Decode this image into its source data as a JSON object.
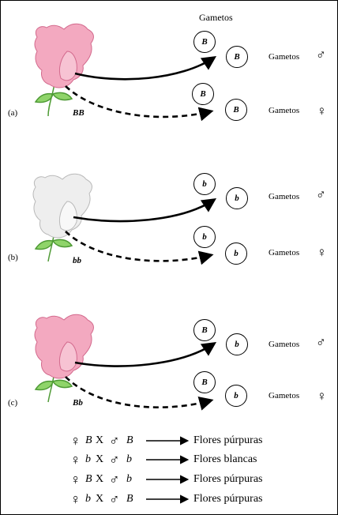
{
  "header": {
    "title": "Gametos"
  },
  "panels": [
    {
      "label": "(a)",
      "genotype": "BB",
      "petal_color": "#f3a9c0",
      "petal_edge": "#d36a8d",
      "male_gametes": {
        "label": "Gametos",
        "source_allele": "B",
        "target_allele": "B",
        "symbol": "♂"
      },
      "female_gametes": {
        "label": "Gametos",
        "source_allele": "B",
        "target_allele": "B",
        "symbol": "♀"
      }
    },
    {
      "label": "(b)",
      "genotype": "bb",
      "petal_color": "#eeeeee",
      "petal_edge": "#b9b9b9",
      "male_gametes": {
        "label": "Gametos",
        "source_allele": "b",
        "target_allele": "b",
        "symbol": "♂"
      },
      "female_gametes": {
        "label": "Gametos",
        "source_allele": "b",
        "target_allele": "b",
        "symbol": "♀"
      }
    },
    {
      "label": "(c)",
      "genotype": "Bb",
      "petal_color": "#f3a9c0",
      "petal_edge": "#d36a8d",
      "male_gametes": {
        "label": "Gametos",
        "source_allele": "B",
        "target_allele": "b",
        "symbol": "♂"
      },
      "female_gametes": {
        "label": "Gametos",
        "source_allele": "B",
        "target_allele": "b",
        "symbol": "♀"
      }
    }
  ],
  "crosses": [
    {
      "female_symbol": "♀",
      "female_allele": "B",
      "x": "X",
      "male_symbol": "♂",
      "male_allele": "B",
      "result": "Flores púrpuras"
    },
    {
      "female_symbol": "♀",
      "female_allele": "b",
      "x": "X",
      "male_symbol": "♂",
      "male_allele": "b",
      "result": "Flores blancas"
    },
    {
      "female_symbol": "♀",
      "female_allele": "B",
      "x": "X",
      "male_symbol": "♂",
      "male_allele": "b",
      "result": "Flores púrpuras"
    },
    {
      "female_symbol": "♀",
      "female_allele": "b",
      "x": "X",
      "male_symbol": "♂",
      "male_allele": "B",
      "result": "Flores púrpuras"
    }
  ],
  "colors": {
    "stem": "#8fd46a",
    "stem_edge": "#4e9a35",
    "arrow": "#000000"
  },
  "icons": [
    "male-symbol-icon",
    "female-symbol-icon",
    "arrow-icon",
    "flower-icon"
  ]
}
